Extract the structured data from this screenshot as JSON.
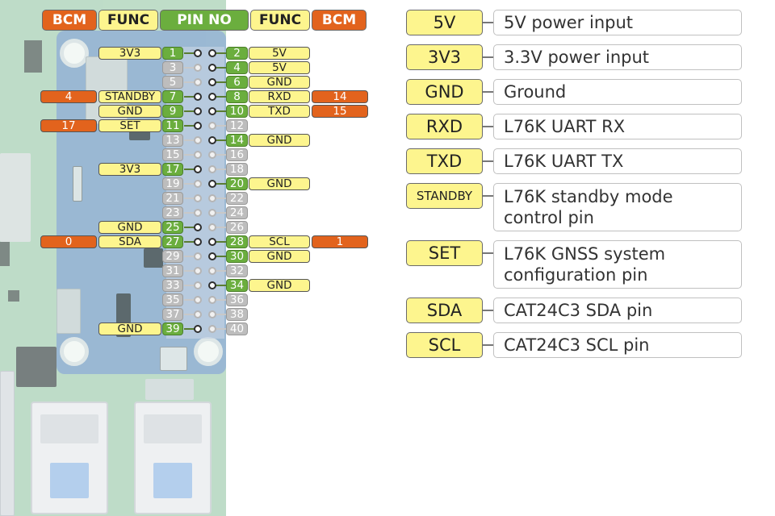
{
  "headers": {
    "bcm_left": "BCM",
    "func_left": "FUNC",
    "pin_no": "PIN NO",
    "func_right": "FUNC",
    "bcm_right": "BCM"
  },
  "pin_rows": [
    {
      "pin_l": "1",
      "func_l": "3V3",
      "bcm_l": "",
      "pin_r": "2",
      "func_r": "5V",
      "bcm_r": "",
      "active_l": true,
      "active_r": true
    },
    {
      "pin_l": "3",
      "func_l": "",
      "bcm_l": "",
      "pin_r": "4",
      "func_r": "5V",
      "bcm_r": "",
      "active_l": false,
      "active_r": true
    },
    {
      "pin_l": "5",
      "func_l": "",
      "bcm_l": "",
      "pin_r": "6",
      "func_r": "GND",
      "bcm_r": "",
      "active_l": false,
      "active_r": true
    },
    {
      "pin_l": "7",
      "func_l": "STANDBY",
      "bcm_l": "4",
      "pin_r": "8",
      "func_r": "RXD",
      "bcm_r": "14",
      "active_l": true,
      "active_r": true
    },
    {
      "pin_l": "9",
      "func_l": "GND",
      "bcm_l": "",
      "pin_r": "10",
      "func_r": "TXD",
      "bcm_r": "15",
      "active_l": true,
      "active_r": true
    },
    {
      "pin_l": "11",
      "func_l": "SET",
      "bcm_l": "17",
      "pin_r": "12",
      "func_r": "",
      "bcm_r": "",
      "active_l": true,
      "active_r": false
    },
    {
      "pin_l": "13",
      "func_l": "",
      "bcm_l": "",
      "pin_r": "14",
      "func_r": "GND",
      "bcm_r": "",
      "active_l": false,
      "active_r": true
    },
    {
      "pin_l": "15",
      "func_l": "",
      "bcm_l": "",
      "pin_r": "16",
      "func_r": "",
      "bcm_r": "",
      "active_l": false,
      "active_r": false
    },
    {
      "pin_l": "17",
      "func_l": "3V3",
      "bcm_l": "",
      "pin_r": "18",
      "func_r": "",
      "bcm_r": "",
      "active_l": true,
      "active_r": false
    },
    {
      "pin_l": "19",
      "func_l": "",
      "bcm_l": "",
      "pin_r": "20",
      "func_r": "GND",
      "bcm_r": "",
      "active_l": false,
      "active_r": true
    },
    {
      "pin_l": "21",
      "func_l": "",
      "bcm_l": "",
      "pin_r": "22",
      "func_r": "",
      "bcm_r": "",
      "active_l": false,
      "active_r": false
    },
    {
      "pin_l": "23",
      "func_l": "",
      "bcm_l": "",
      "pin_r": "24",
      "func_r": "",
      "bcm_r": "",
      "active_l": false,
      "active_r": false
    },
    {
      "pin_l": "25",
      "func_l": "GND",
      "bcm_l": "",
      "pin_r": "26",
      "func_r": "",
      "bcm_r": "",
      "active_l": true,
      "active_r": false
    },
    {
      "pin_l": "27",
      "func_l": "SDA",
      "bcm_l": "0",
      "pin_r": "28",
      "func_r": "SCL",
      "bcm_r": "1",
      "active_l": true,
      "active_r": true
    },
    {
      "pin_l": "29",
      "func_l": "",
      "bcm_l": "",
      "pin_r": "30",
      "func_r": "GND",
      "bcm_r": "",
      "active_l": false,
      "active_r": true
    },
    {
      "pin_l": "31",
      "func_l": "",
      "bcm_l": "",
      "pin_r": "32",
      "func_r": "",
      "bcm_r": "",
      "active_l": false,
      "active_r": false
    },
    {
      "pin_l": "33",
      "func_l": "",
      "bcm_l": "",
      "pin_r": "34",
      "func_r": "GND",
      "bcm_r": "",
      "active_l": false,
      "active_r": true
    },
    {
      "pin_l": "35",
      "func_l": "",
      "bcm_l": "",
      "pin_r": "36",
      "func_r": "",
      "bcm_r": "",
      "active_l": false,
      "active_r": false
    },
    {
      "pin_l": "37",
      "func_l": "",
      "bcm_l": "",
      "pin_r": "38",
      "func_r": "",
      "bcm_r": "",
      "active_l": false,
      "active_r": false
    },
    {
      "pin_l": "39",
      "func_l": "GND",
      "bcm_l": "",
      "pin_r": "40",
      "func_r": "",
      "bcm_r": "",
      "active_l": true,
      "active_r": false
    }
  ],
  "legend": [
    {
      "key": "5V",
      "desc": "5V power input"
    },
    {
      "key": "3V3",
      "desc": "3.3V power input"
    },
    {
      "key": "GND",
      "desc": "Ground"
    },
    {
      "key": "RXD",
      "desc": "L76K UART RX"
    },
    {
      "key": "TXD",
      "desc": "L76K UART TX"
    },
    {
      "key": "STANDBY",
      "desc": "L76K standby mode control pin"
    },
    {
      "key": "SET",
      "desc": "L76K GNSS system configuration pin"
    },
    {
      "key": "SDA",
      "desc": "CAT24C3 SDA pin"
    },
    {
      "key": "SCL",
      "desc": "CAT24C3 SCL pin"
    }
  ],
  "colors": {
    "bcm": "#e2631d",
    "func": "#fdf58e",
    "pin_active": "#6bae3e",
    "pin_inactive": "#bdbdbd"
  }
}
